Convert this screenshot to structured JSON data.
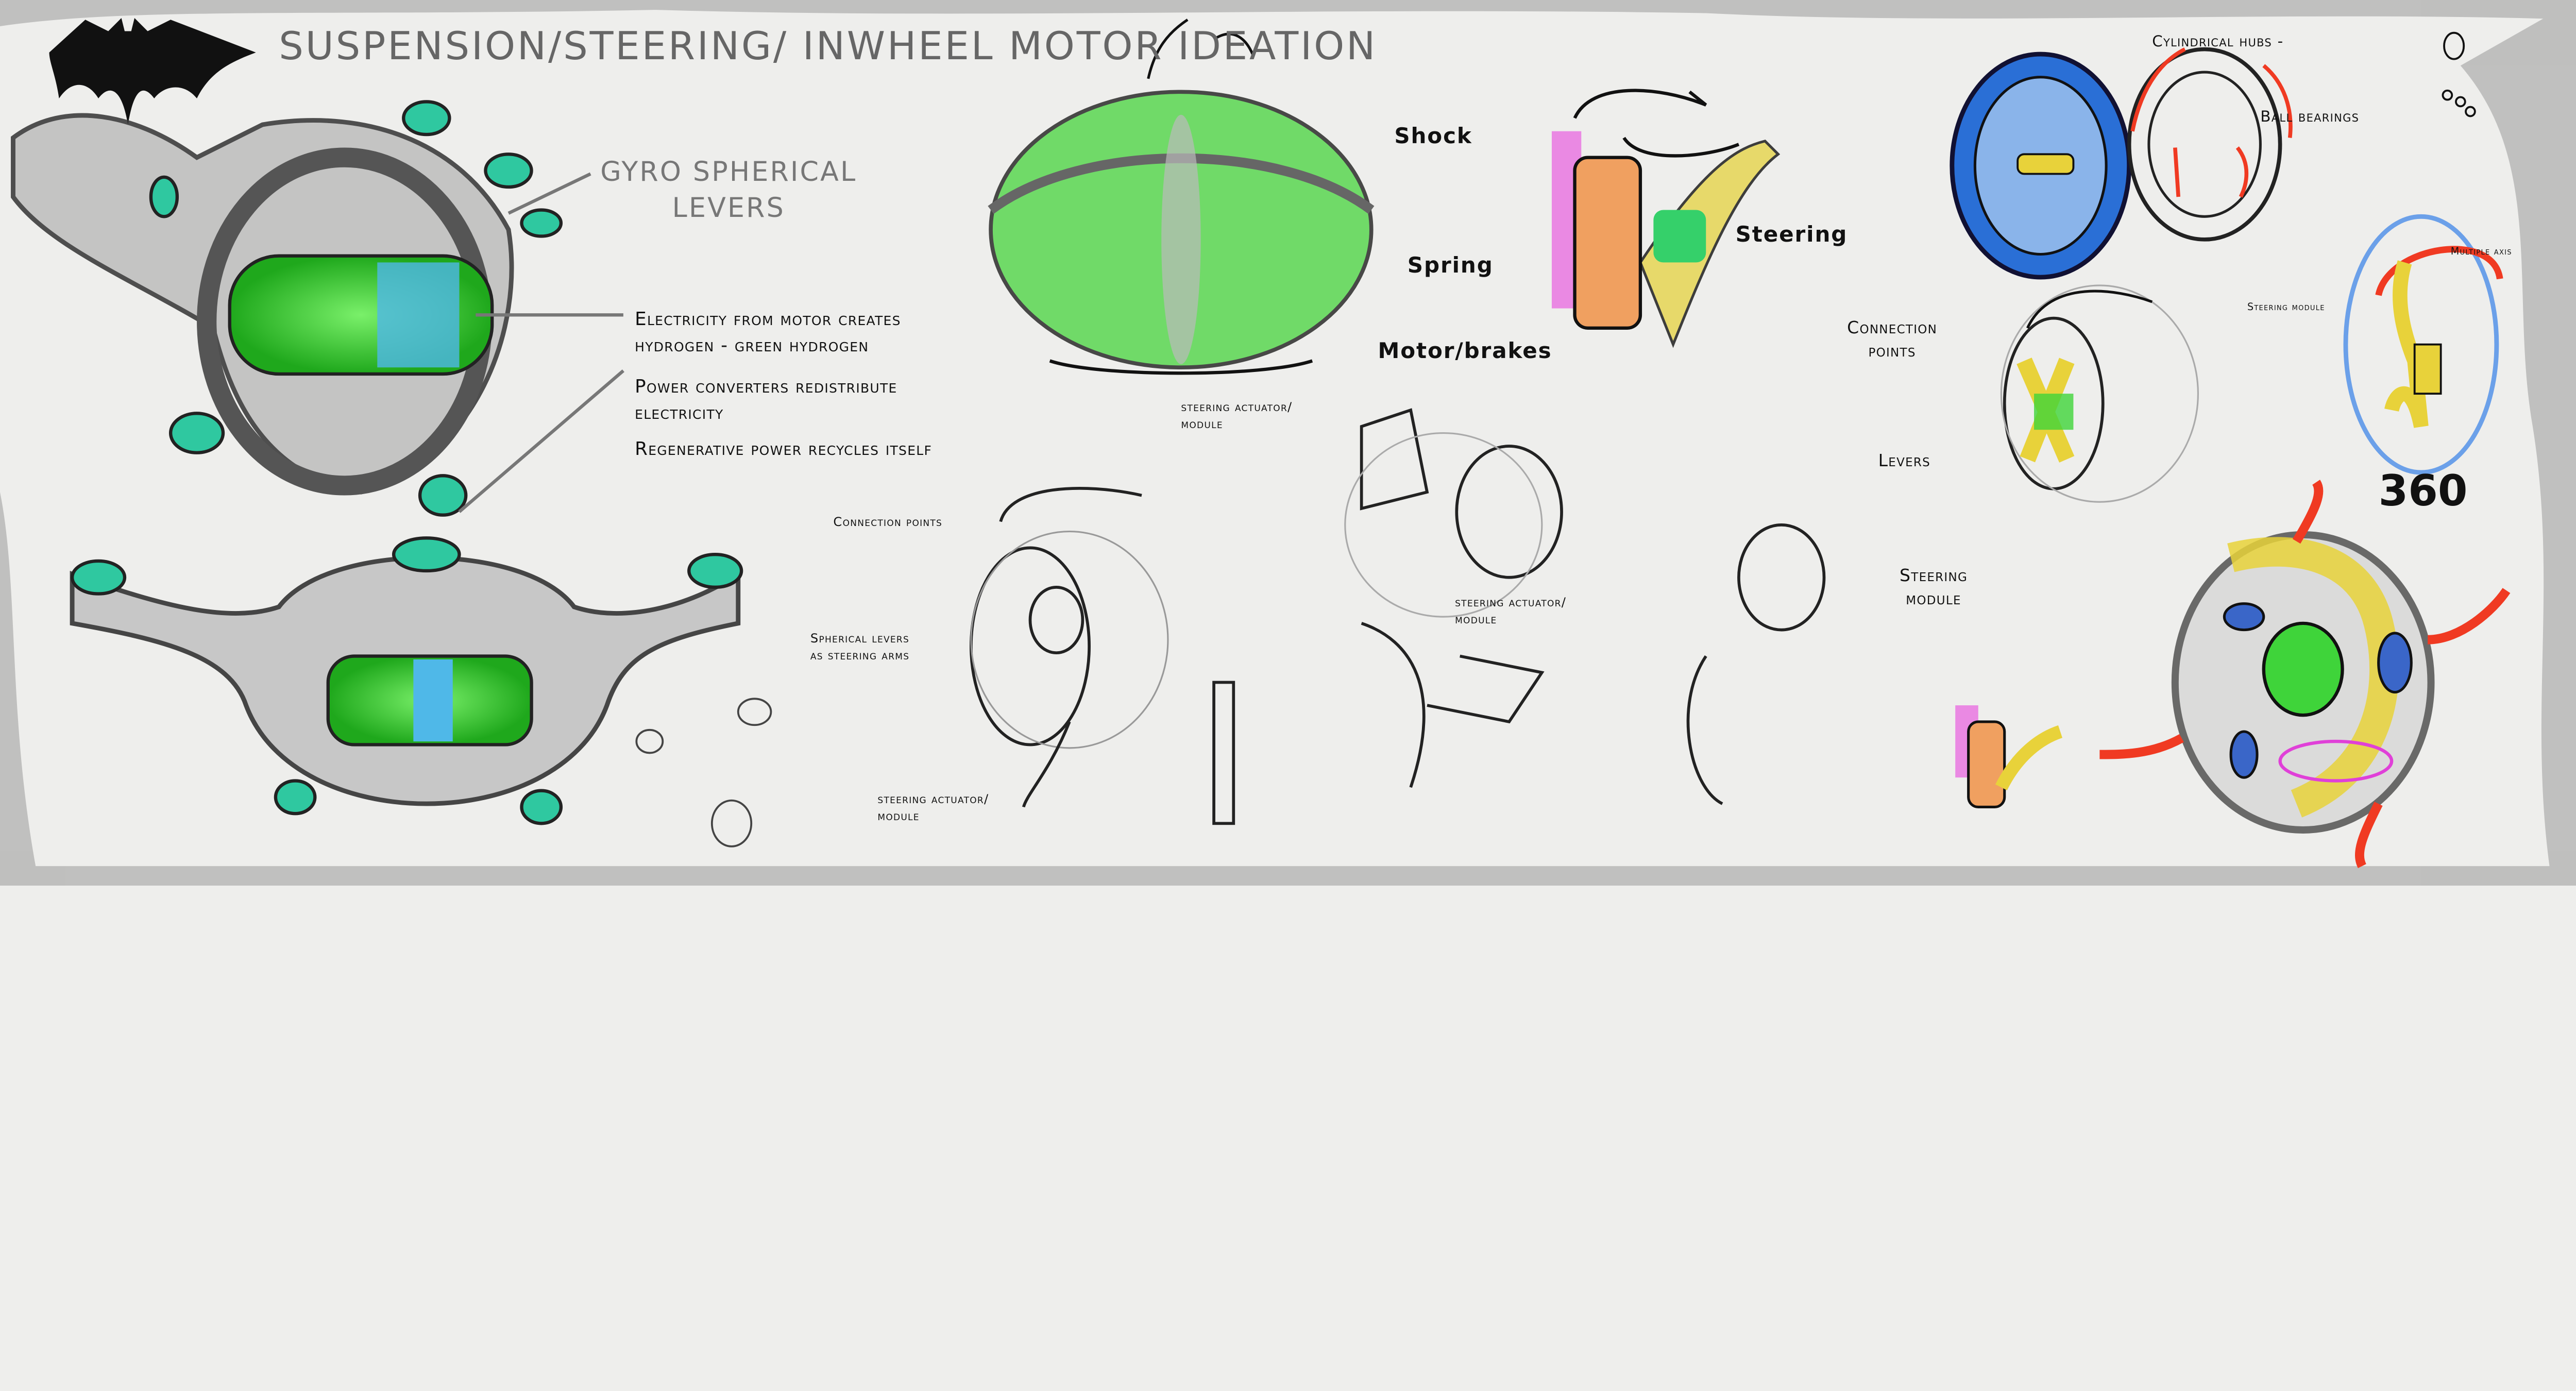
{
  "title": "SUSPENSION/STEERING/ INWHEEL MOTOR IDEATION",
  "logo": "batman-logo",
  "gyro_label": [
    "GYRO SPHERICAL",
    "LEVERS"
  ],
  "notes": [
    "Electricity from motor creates",
    "hydrogen - green hydrogen",
    "Power converters redistribute",
    "electricity",
    "Regenerative power recycles itself"
  ],
  "green_sketch": {
    "label": [
      "steering actuator/",
      "module"
    ]
  },
  "hub_sketch": {
    "shock": "Shock",
    "spring": "Spring",
    "motor": "Motor/brakes",
    "steering": "Steering"
  },
  "pencil_sketch": {
    "connection": "Connection points",
    "levers": [
      "Spherical levers",
      "as steering arms"
    ],
    "actuator": [
      "steering actuator/",
      "module"
    ]
  },
  "mid_sketch": {
    "actuator": [
      "steering actuator/",
      "module"
    ]
  },
  "right_sketches": {
    "cylindrical_hubs": "Cylindrical hubs -",
    "ball_bearings": "Ball bearings",
    "multiple_axis": "Multiple axis",
    "steering_module_small": "Steering module",
    "connection": [
      "Connection",
      "points"
    ],
    "levers": "Levers",
    "steering_module": [
      "Steering",
      "module"
    ],
    "rotation": "360"
  },
  "colors": {
    "green": "#3fd43a",
    "blue": "#2a6fd6",
    "yellow": "#e8d23a",
    "red": "#f03a22",
    "magenta": "#e040d8"
  }
}
